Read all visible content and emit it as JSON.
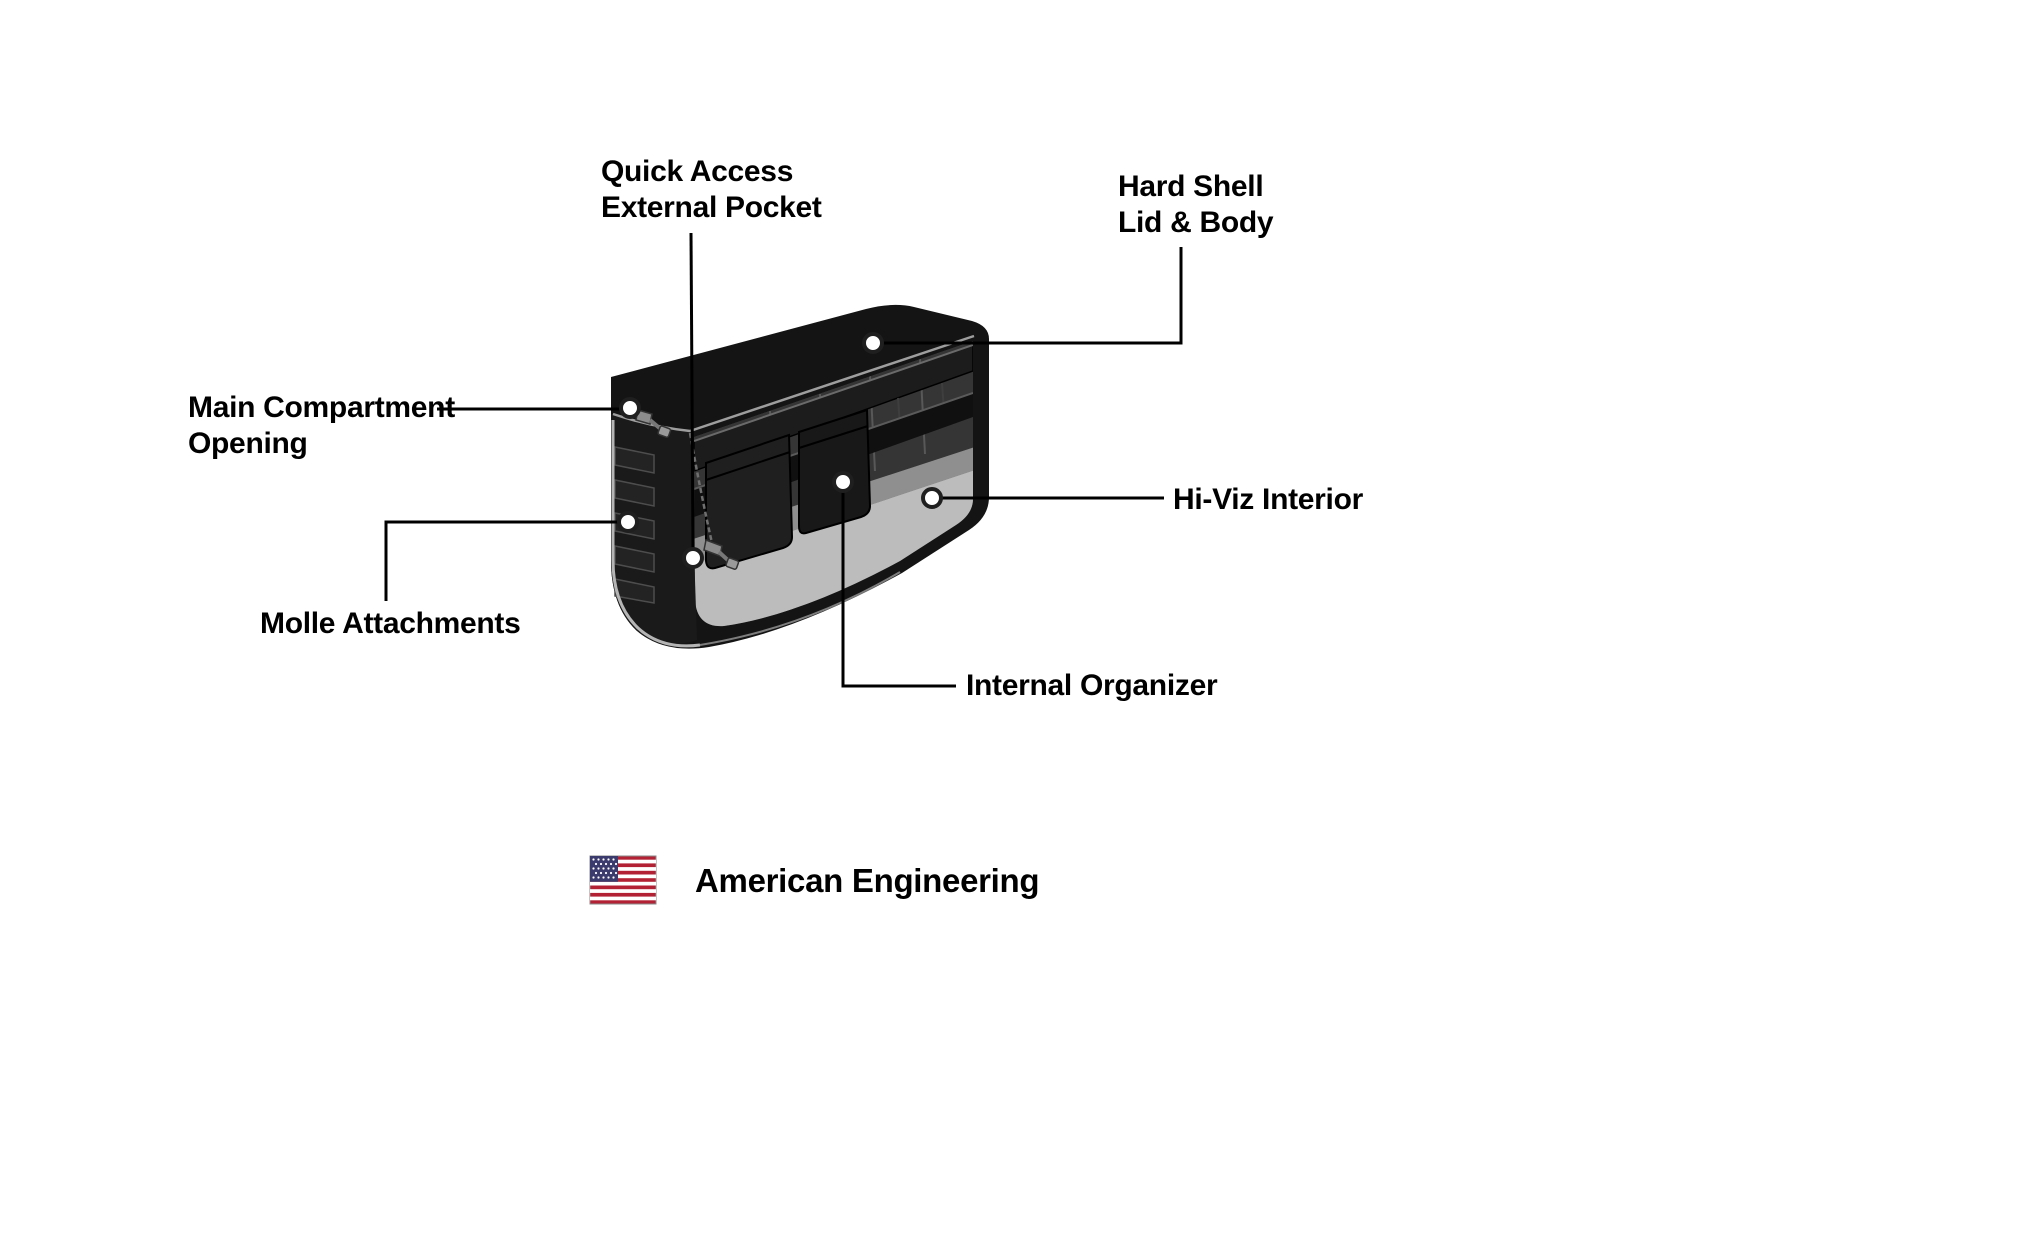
{
  "diagram": {
    "labels": {
      "quick_access": {
        "line1": "Quick Access",
        "line2": "External Pocket"
      },
      "hard_shell": {
        "line1": "Hard Shell",
        "line2": "Lid & Body"
      },
      "main_compartment": {
        "line1": "Main Compartment",
        "line2": "Opening"
      },
      "hi_viz": {
        "line1": "Hi-Viz Interior"
      },
      "molle": {
        "line1": "Molle Attachments"
      },
      "internal_organizer": {
        "line1": "Internal Organizer"
      }
    },
    "footer": {
      "text": "American Engineering"
    },
    "icons": {
      "flag": "us-flag-icon"
    },
    "colors": {
      "text": "#000000",
      "callout_line": "#000000",
      "bag_shell": "#141414",
      "interior_floor": "#bcbcbc",
      "flag_red": "#B22234",
      "flag_blue": "#3C3B6E"
    }
  }
}
